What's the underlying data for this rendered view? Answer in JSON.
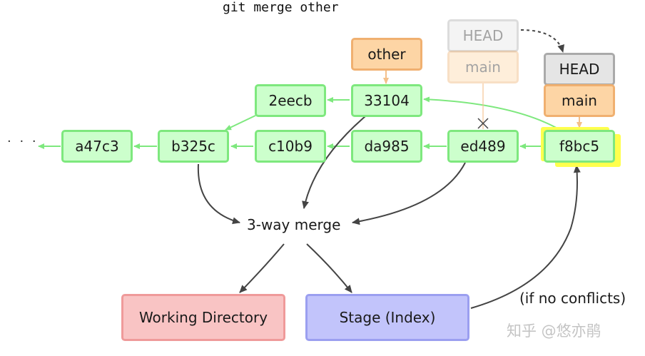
{
  "title": "git merge other",
  "ellipsis": "· · ·",
  "commits": {
    "a47c3": "a47c3",
    "b325c": "b325c",
    "c10b9": "c10b9",
    "da985": "da985",
    "ed489": "ed489",
    "f8bc5": "f8bc5",
    "2eecb": "2eecb",
    "33104": "33104"
  },
  "branches": {
    "other": "other",
    "head_old": "HEAD",
    "main_old": "main",
    "head_new": "HEAD",
    "main_new": "main"
  },
  "merge_label": "3-way merge",
  "working_directory": "Working Directory",
  "stage": "Stage (Index)",
  "no_conflicts": "(if no conflicts)",
  "watermark": "知乎 @悠亦鹃",
  "colors": {
    "commit_fill": "#ccffcc",
    "commit_border": "#7ee87e",
    "branch_fill": "#fdd5a5",
    "branch_border": "#f0b070",
    "head_fill": "#e5e5e5",
    "head_border": "#aaaaaa",
    "highlight": "#ffff4d",
    "working_dir_fill": "#f9c4c4",
    "stage_fill": "#c2c4fb",
    "arrow": "#444444"
  }
}
